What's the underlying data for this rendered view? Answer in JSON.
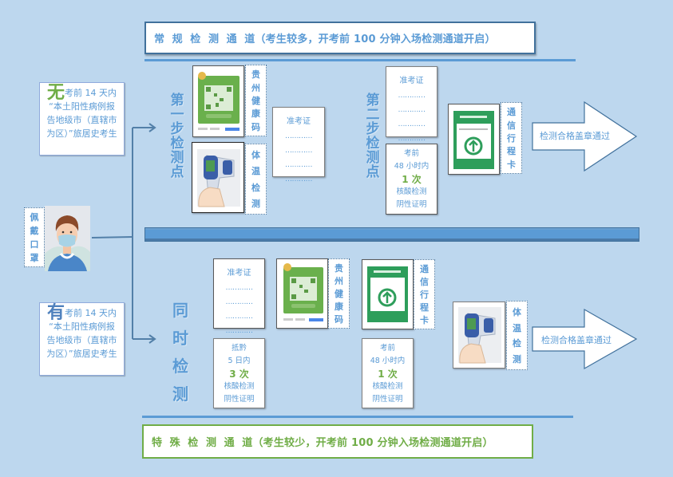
{
  "top_banner": {
    "text": "常  规  检  测  通  道（考生较多，开考前 100 分钟入场检测通道开启）"
  },
  "bottom_banner": {
    "text": "特  殊  检  测  通  道（考生较少，开考前 100 分钟入场检测通道开启）"
  },
  "mask_label": [
    "佩",
    "戴",
    "口",
    "罩"
  ],
  "condition_without": {
    "prefix": "无",
    "line1": "考前 14 天内",
    "line2": "“本土阳性病例报",
    "line3": "告地级市（直辖市",
    "line4": "为区）”旅居史考生"
  },
  "condition_with": {
    "prefix": "有",
    "line1": "考前 14 天内",
    "line2": "“本土阳性病例报",
    "line3": "告地级市（直辖市",
    "line4": "为区）”旅居史考生"
  },
  "regular": {
    "step1_label": [
      "第",
      "一",
      "步",
      "检",
      "测",
      "点"
    ],
    "step2_label": [
      "第",
      "二",
      "步",
      "检",
      "测",
      "点"
    ],
    "health_code_label": [
      "贵",
      "州",
      "健",
      "康",
      "码"
    ],
    "temperature_label": [
      "体",
      "温",
      "检",
      "测"
    ],
    "ticket": {
      "title": "准考证",
      "dots": "…………"
    },
    "nat_proof": {
      "line1": "考前",
      "line2": "48 小时内",
      "times": "1 次",
      "line3": "核酸检测",
      "line4": "阴性证明"
    },
    "itinerary_label": [
      "通",
      "信",
      "行",
      "程",
      "卡"
    ],
    "pass_arrow": "检测合格盖章通过"
  },
  "special": {
    "simul_label": [
      "同",
      "时",
      "检",
      "测"
    ],
    "ticket": {
      "title": "准考证",
      "dots": "…………"
    },
    "health_code_label": [
      "贵",
      "州",
      "健",
      "康",
      "码"
    ],
    "itinerary_label": [
      "通",
      "信",
      "行",
      "程",
      "卡"
    ],
    "nat_proof_arrival": {
      "line1": "抵黔",
      "line2": "5 日内",
      "times": "3 次",
      "line3": "核酸检测",
      "line4": "阴性证明"
    },
    "nat_proof_48h": {
      "line1": "考前",
      "line2": "48 小时内",
      "times": "1 次",
      "line3": "核酸检测",
      "line4": "阴性证明"
    },
    "temperature_label": [
      "体",
      "温",
      "检",
      "测"
    ],
    "pass_arrow": "检测合格盖章通过"
  },
  "colors": {
    "background": "#bdd7ee",
    "accent_blue": "#5b9bd5",
    "accent_green": "#70ad47",
    "dark_blue": "#41719c"
  }
}
